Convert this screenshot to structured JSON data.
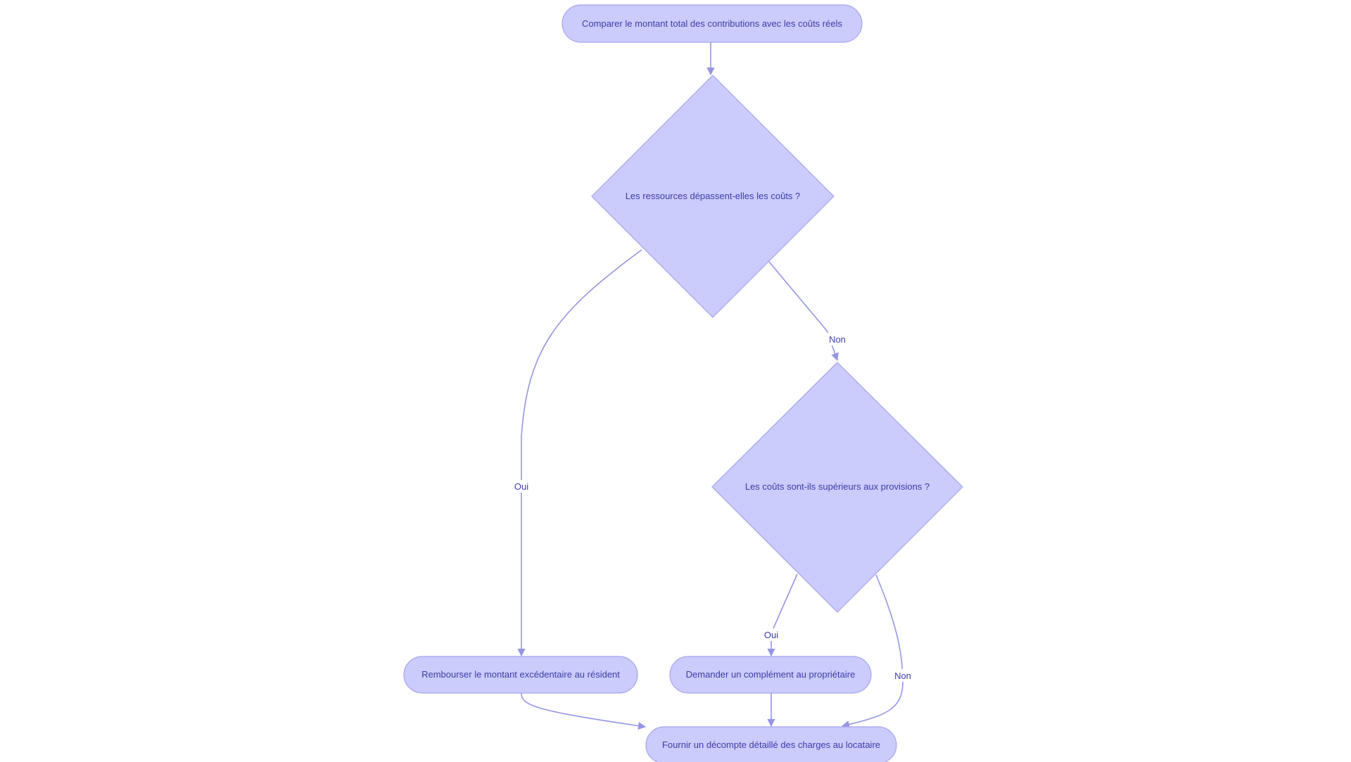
{
  "diagram": {
    "nodes": {
      "compare": {
        "label": "Comparer le montant total des contributions avec les coûts réels"
      },
      "decision1": {
        "label": "Les ressources dépassent-elles les coûts ?"
      },
      "decision2": {
        "label": "Les coûts sont-ils supérieurs aux provisions ?"
      },
      "refund": {
        "label": "Rembourser le montant excédentaire au résident"
      },
      "request": {
        "label": "Demander un complément au propriétaire"
      },
      "provide": {
        "label": "Fournir un décompte détaillé des charges au locataire"
      }
    },
    "edges": {
      "d1_oui": {
        "label": "Oui"
      },
      "d1_non": {
        "label": "Non"
      },
      "d2_oui": {
        "label": "Oui"
      },
      "d2_non": {
        "label": "Non"
      }
    },
    "colors": {
      "node_fill": "#cbcbfc",
      "node_stroke": "#a5a5ee",
      "edge": "#9595e4",
      "text": "#3c3ca8"
    }
  }
}
